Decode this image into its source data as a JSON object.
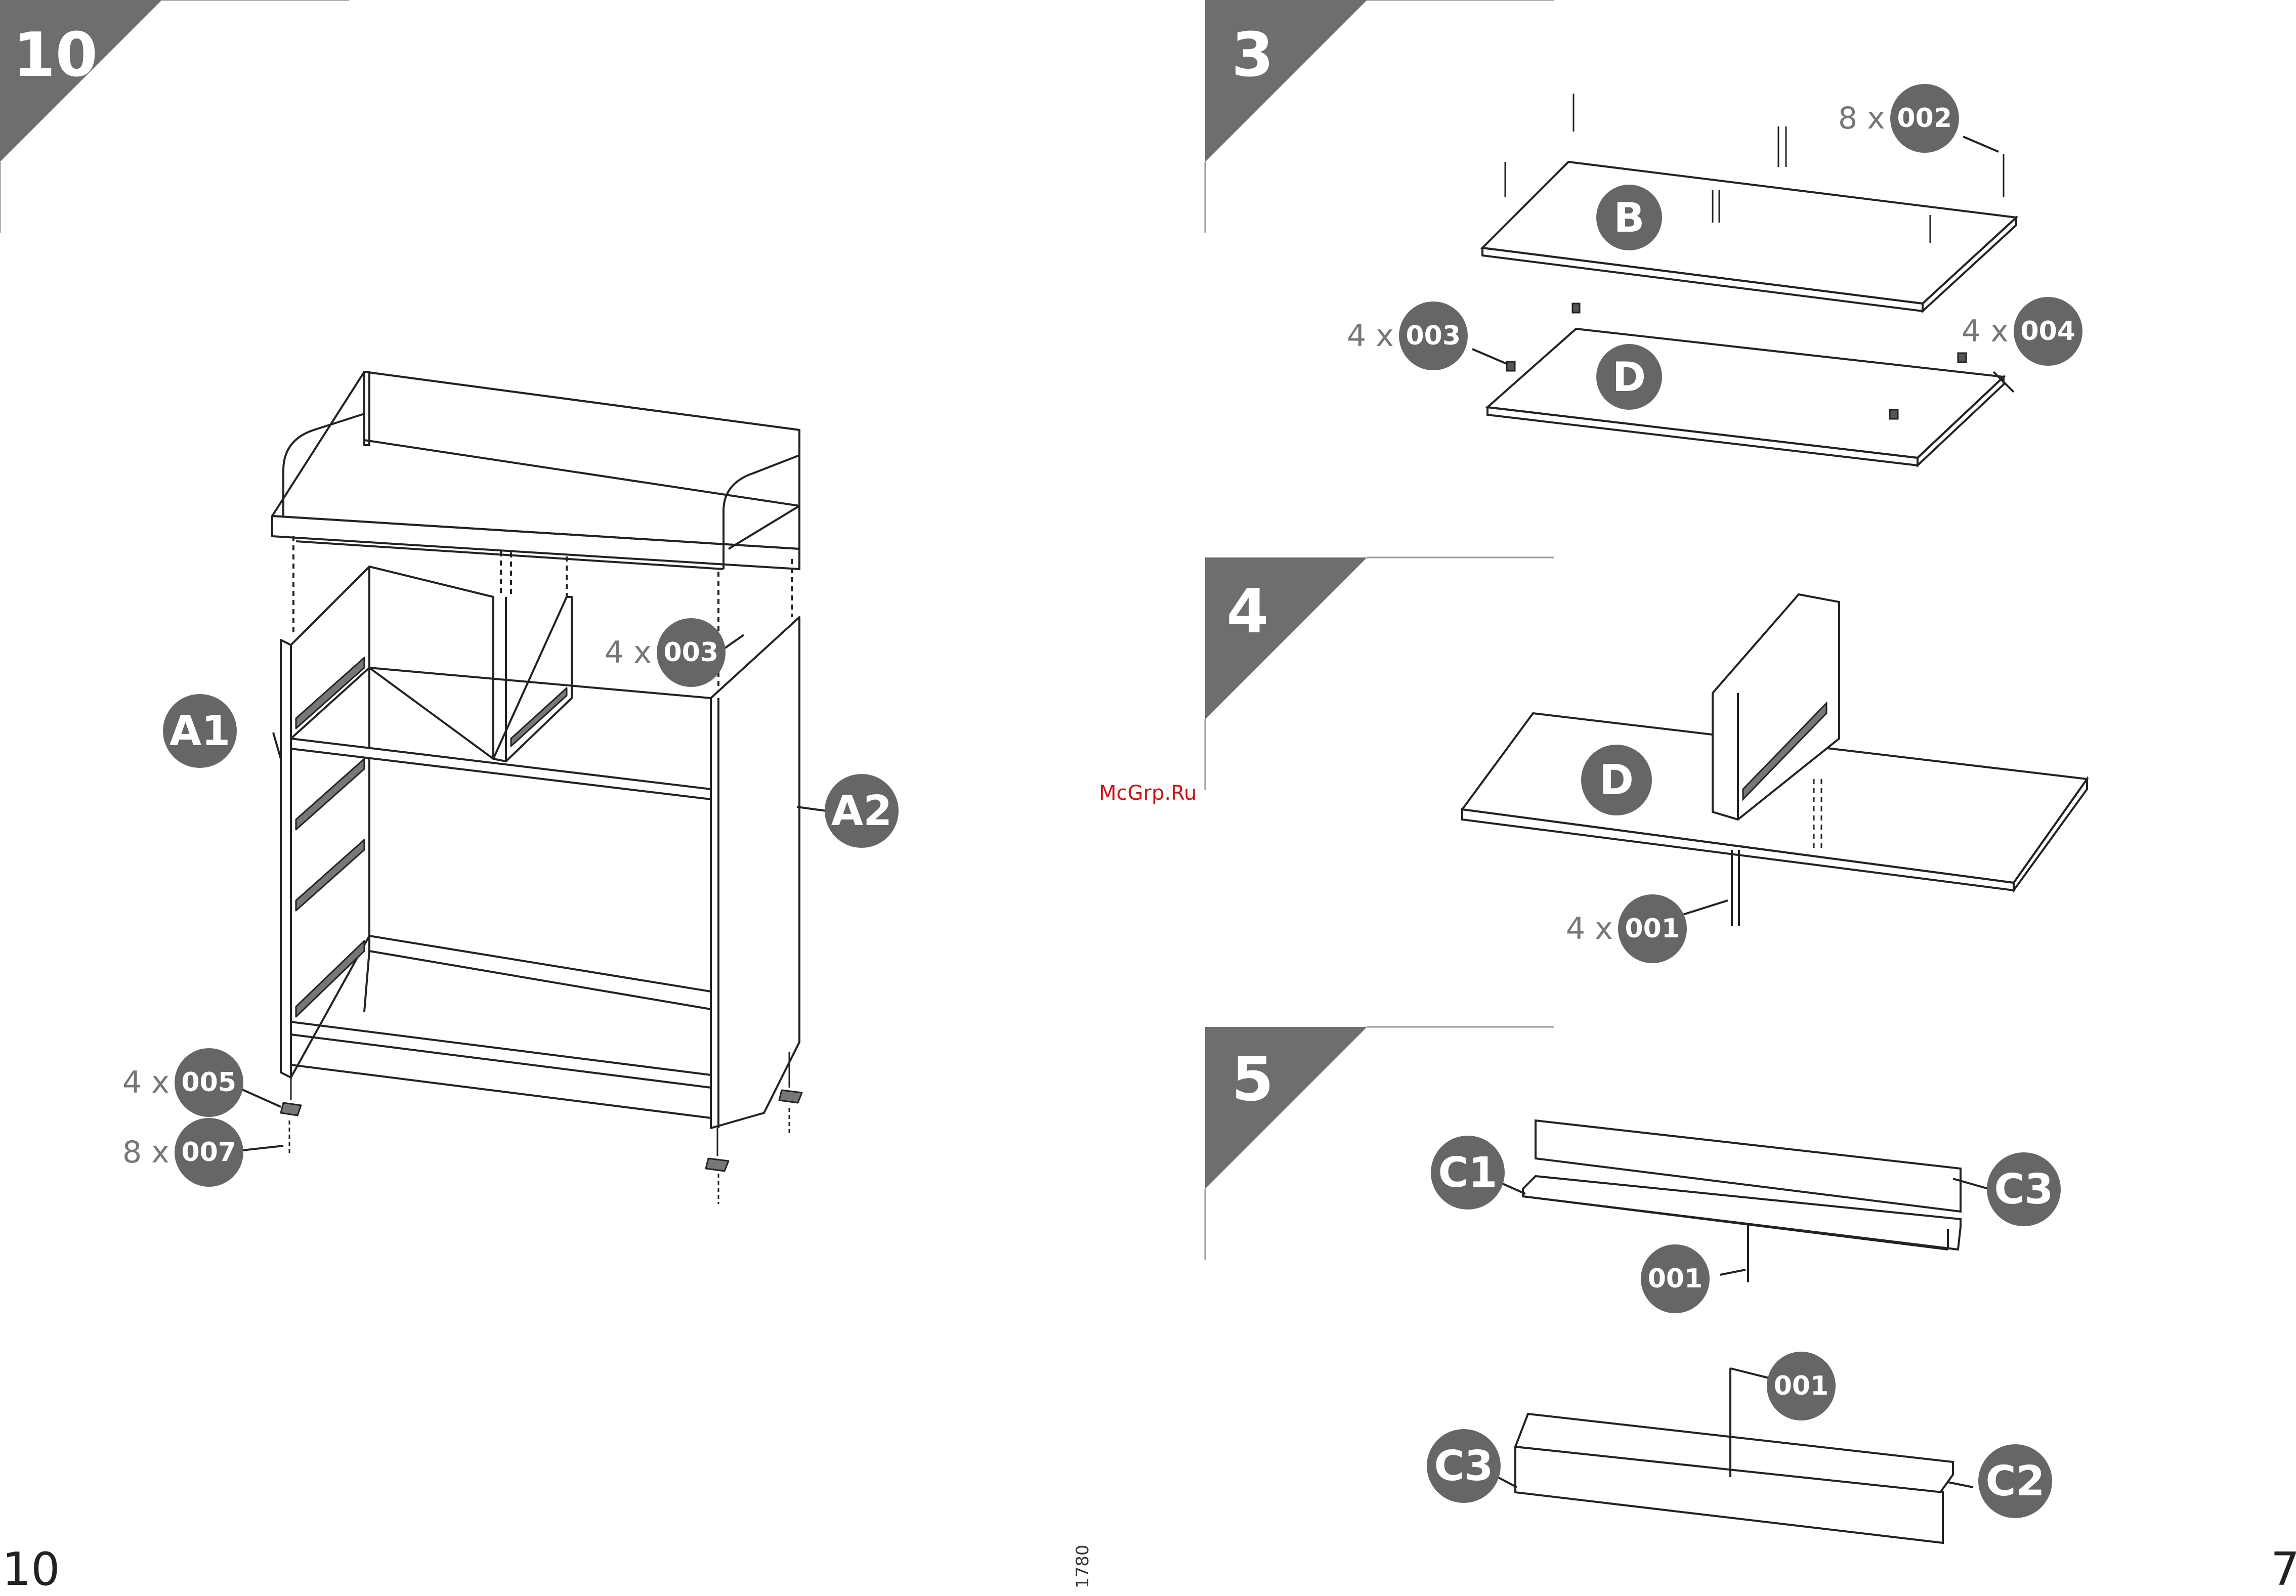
{
  "steps": {
    "s10": "10",
    "s3": "3",
    "s4": "4",
    "s5": "5"
  },
  "page_numbers": {
    "left": "10",
    "right": "7"
  },
  "doc_code": "1780",
  "watermark": "McGrp.Ru",
  "step10": {
    "parts": {
      "a1": "A1",
      "a2": "A2"
    },
    "hardware": [
      {
        "qty": "4 x",
        "code": "003"
      },
      {
        "qty": "4 x",
        "code": "005"
      },
      {
        "qty": "8 x",
        "code": "007"
      }
    ]
  },
  "step3": {
    "parts": {
      "b": "B",
      "d": "D"
    },
    "hardware": [
      {
        "qty": "8 x",
        "code": "002"
      },
      {
        "qty": "4 x",
        "code": "003"
      },
      {
        "qty": "4 x",
        "code": "004"
      }
    ]
  },
  "step4": {
    "parts": {
      "d": "D"
    },
    "hardware": [
      {
        "qty": "4 x",
        "code": "001"
      }
    ]
  },
  "step5": {
    "parts": {
      "c1": "C1",
      "c3a": "C3",
      "c3b": "C3",
      "c2": "C2"
    },
    "hardware": [
      {
        "code": "001"
      },
      {
        "code": "001"
      }
    ]
  },
  "colors": {
    "banner": "#6e6e6e",
    "bubble": "#666666",
    "line": "#222222",
    "watermark": "#cc1111"
  }
}
